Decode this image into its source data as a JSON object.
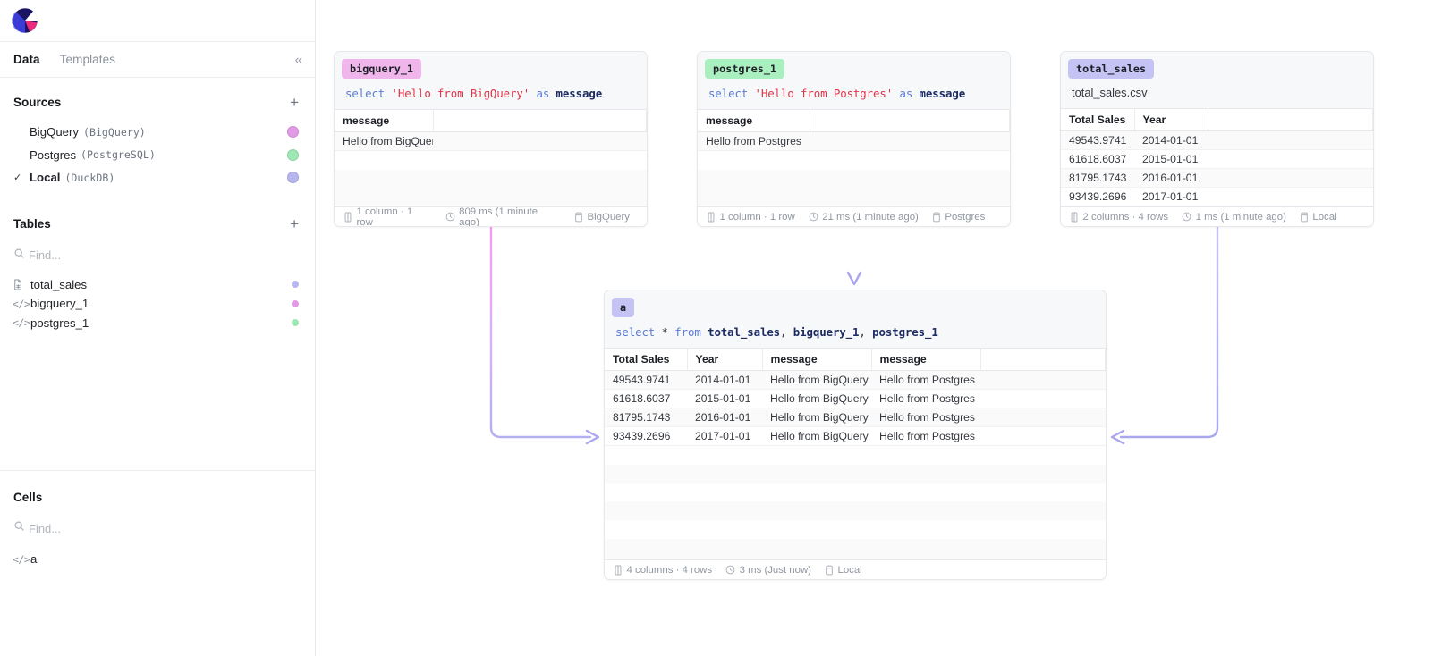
{
  "app": {
    "logo_name": "app-logo"
  },
  "sidebar": {
    "tabs": [
      {
        "label": "Data",
        "active": true
      },
      {
        "label": "Templates",
        "active": false
      }
    ],
    "collapse_label": "«",
    "sources": {
      "title": "Sources",
      "add_label": "+",
      "items": [
        {
          "name": "BigQuery",
          "kind": "(BigQuery)",
          "color": "#e19ae5",
          "selected": false,
          "check": ""
        },
        {
          "name": "Postgres",
          "kind": "(PostgreSQL)",
          "color": "#9de8b4",
          "selected": false,
          "check": ""
        },
        {
          "name": "Local",
          "kind": "(DuckDB)",
          "color": "#b7b6ee",
          "selected": true,
          "check": "✓"
        }
      ]
    },
    "tables": {
      "title": "Tables",
      "add_label": "+",
      "search_placeholder": "Find...",
      "items": [
        {
          "name": "total_sales",
          "icon": "file-csv-icon",
          "color": "#b7b6ee"
        },
        {
          "name": "bigquery_1",
          "icon": "code-icon",
          "color": "#e19ae5"
        },
        {
          "name": "postgres_1",
          "icon": "code-icon",
          "color": "#9de8b4"
        }
      ]
    },
    "cells": {
      "title": "Cells",
      "search_placeholder": "Find...",
      "items": [
        {
          "name": "a",
          "icon": "code-icon"
        }
      ]
    }
  },
  "canvas": {
    "cards": [
      {
        "id": "bigquery_1",
        "badge": "bigquery_1",
        "badge_color": "pink",
        "sql_tokens": [
          {
            "t": "select ",
            "c": "k"
          },
          {
            "t": "'Hello from BigQuery'",
            "c": "s"
          },
          {
            "t": " as ",
            "c": "k"
          },
          {
            "t": "message",
            "c": "id"
          }
        ],
        "sql_text": "select 'Hello from BigQuery' as message",
        "columns": [
          "message",
          ""
        ],
        "rows": [
          [
            "Hello from BigQuery",
            ""
          ]
        ],
        "footer": {
          "shape": "1 column · 1 row",
          "timing": "809 ms (1 minute ago)",
          "source": "BigQuery"
        }
      },
      {
        "id": "postgres_1",
        "badge": "postgres_1",
        "badge_color": "green",
        "sql_tokens": [
          {
            "t": "select ",
            "c": "k"
          },
          {
            "t": "'Hello from Postgres'",
            "c": "s"
          },
          {
            "t": " as ",
            "c": "k"
          },
          {
            "t": "message",
            "c": "id"
          }
        ],
        "sql_text": "select 'Hello from Postgres' as message",
        "columns": [
          "message",
          ""
        ],
        "rows": [
          [
            "Hello from Postgres",
            ""
          ]
        ],
        "footer": {
          "shape": "1 column · 1 row",
          "timing": "21 ms (1 minute ago)",
          "source": "Postgres"
        }
      },
      {
        "id": "total_sales",
        "badge": "total_sales",
        "badge_color": "purple",
        "filename": "total_sales.csv",
        "columns": [
          "Total Sales",
          "Year",
          ""
        ],
        "rows": [
          [
            "49543.9741",
            "2014-01-01",
            ""
          ],
          [
            "61618.6037",
            "2015-01-01",
            ""
          ],
          [
            "81795.1743",
            "2016-01-01",
            ""
          ],
          [
            "93439.2696",
            "2017-01-01",
            ""
          ]
        ],
        "footer": {
          "shape": "2 columns · 4 rows",
          "timing": "1 ms (1 minute ago)",
          "source": "Local"
        }
      },
      {
        "id": "a",
        "badge": "a",
        "badge_color": "purple",
        "sql_tokens": [
          {
            "t": "select ",
            "c": "k"
          },
          {
            "t": "* ",
            "c": "pl"
          },
          {
            "t": "from ",
            "c": "k"
          },
          {
            "t": "total_sales",
            "c": "id"
          },
          {
            "t": ", ",
            "c": "pl"
          },
          {
            "t": "bigquery_1",
            "c": "id"
          },
          {
            "t": ", ",
            "c": "pl"
          },
          {
            "t": "postgres_1",
            "c": "id"
          }
        ],
        "sql_text": "select * from total_sales, bigquery_1, postgres_1",
        "columns": [
          "Total Sales",
          "Year",
          "message",
          "message",
          ""
        ],
        "rows": [
          [
            "49543.9741",
            "2014-01-01",
            "Hello from BigQuery",
            "Hello from Postgres",
            ""
          ],
          [
            "61618.6037",
            "2015-01-01",
            "Hello from BigQuery",
            "Hello from Postgres",
            ""
          ],
          [
            "81795.1743",
            "2016-01-01",
            "Hello from BigQuery",
            "Hello from Postgres",
            ""
          ],
          [
            "93439.2696",
            "2017-01-01",
            "Hello from BigQuery",
            "Hello from Postgres",
            ""
          ]
        ],
        "footer": {
          "shape": "4 columns · 4 rows",
          "timing": "3 ms (Just now)",
          "source": "Local"
        }
      }
    ],
    "edges": [
      {
        "from": "bigquery_1",
        "to": "a",
        "start_color": "#f2a8ef",
        "end_color": "#b9b6f2"
      },
      {
        "from": "postgres_1",
        "to": "a",
        "start_color": "#a6edbd",
        "end_color": "#aeaaf0"
      },
      {
        "from": "total_sales",
        "to": "a",
        "start_color": "#c2bff4",
        "end_color": "#aeaaf0"
      }
    ]
  }
}
